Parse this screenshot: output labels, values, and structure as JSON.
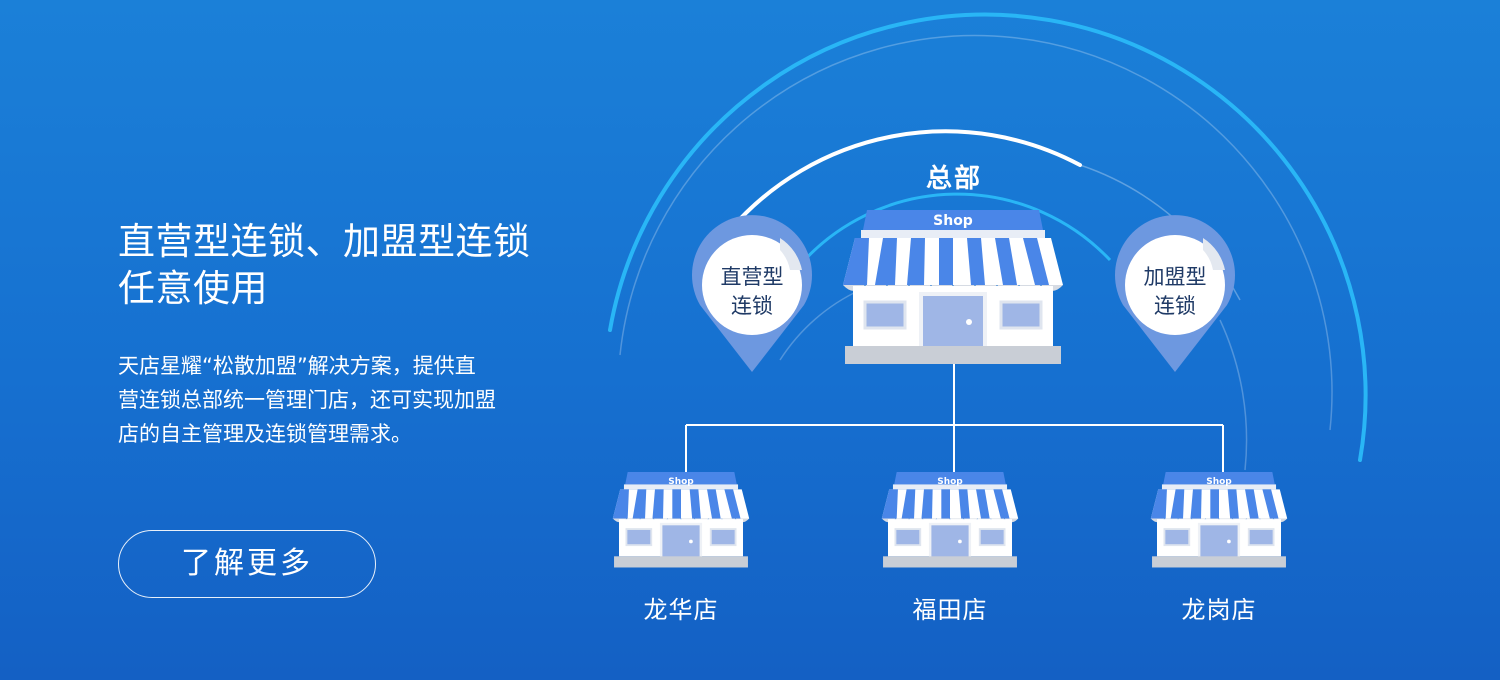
{
  "hero": {
    "headline_line1": "直营型连锁、加盟型连锁",
    "headline_line2": "任意使用",
    "desc_line1": "天店星耀“松散加盟”解决方案，提供直",
    "desc_line2": "营连锁总部统一管理门店，还可实现加盟",
    "desc_line3": "店的自主管理及连锁管理需求。",
    "cta_label": "了解更多"
  },
  "diagram": {
    "hq_label": "总部",
    "shop_sign": "Shop",
    "pin_left": {
      "line1": "直营型",
      "line2": "连锁"
    },
    "pin_right": {
      "line1": "加盟型",
      "line2": "连锁"
    },
    "stores": [
      "龙华店",
      "福田店",
      "龙岗店"
    ]
  },
  "colors": {
    "background": "#1670d0",
    "awning_blue": "#4a86e8",
    "arc_accent": "#29b6f6"
  }
}
